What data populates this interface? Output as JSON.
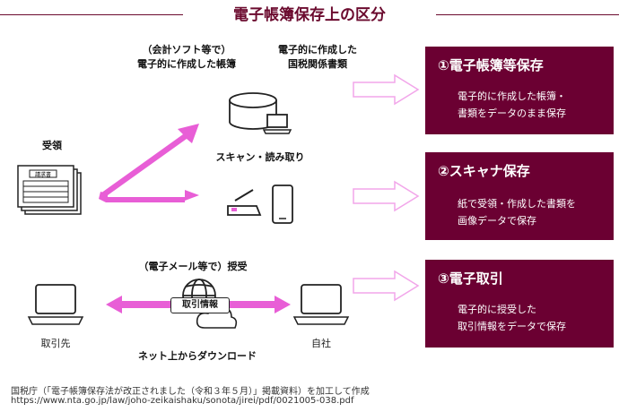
{
  "title": "電子帳簿保存上の区分",
  "labels": {
    "accounting_line1": "（会計ソフト等で）",
    "accounting_line2": "電子的に作成した帳簿",
    "tax_line1": "電子的に作成した",
    "tax_line2": "国税関係書類",
    "receipt": "受領",
    "scan": "スキャン・読み取り",
    "email": "（電子メール等で）授受",
    "partner": "取引先",
    "own_company": "自社",
    "tx_info_tag": "取引情報",
    "download": "ネット上からダウンロード"
  },
  "boxes": [
    {
      "title": "①電子帳簿等保存",
      "lines": [
        "電子的に作成した帳簿・",
        "書類をデータのまま保存"
      ]
    },
    {
      "title": "②スキャナ保存",
      "lines": [
        "紙で受領・作成した書類を",
        "画像データで保存"
      ]
    },
    {
      "title": "③電子取引",
      "lines": [
        "電子的に授受した",
        "取引情報をデータで保存"
      ]
    }
  ],
  "icons": {
    "document_stack_label": "請求書"
  },
  "source": {
    "line1": "国税庁（「電子帳簿保存法が改正されました（令和３年５月）」掲載資料）を加工して作成",
    "line2": "https://www.nta.go.jp/law/joho-zeikaishaku/sonota/jirei/pdf/0021005-038.pdf"
  },
  "colors": {
    "accent": "#6b0032",
    "arrow_pink": "#e85ed6",
    "outline_arrow": "#f2a6ea"
  }
}
